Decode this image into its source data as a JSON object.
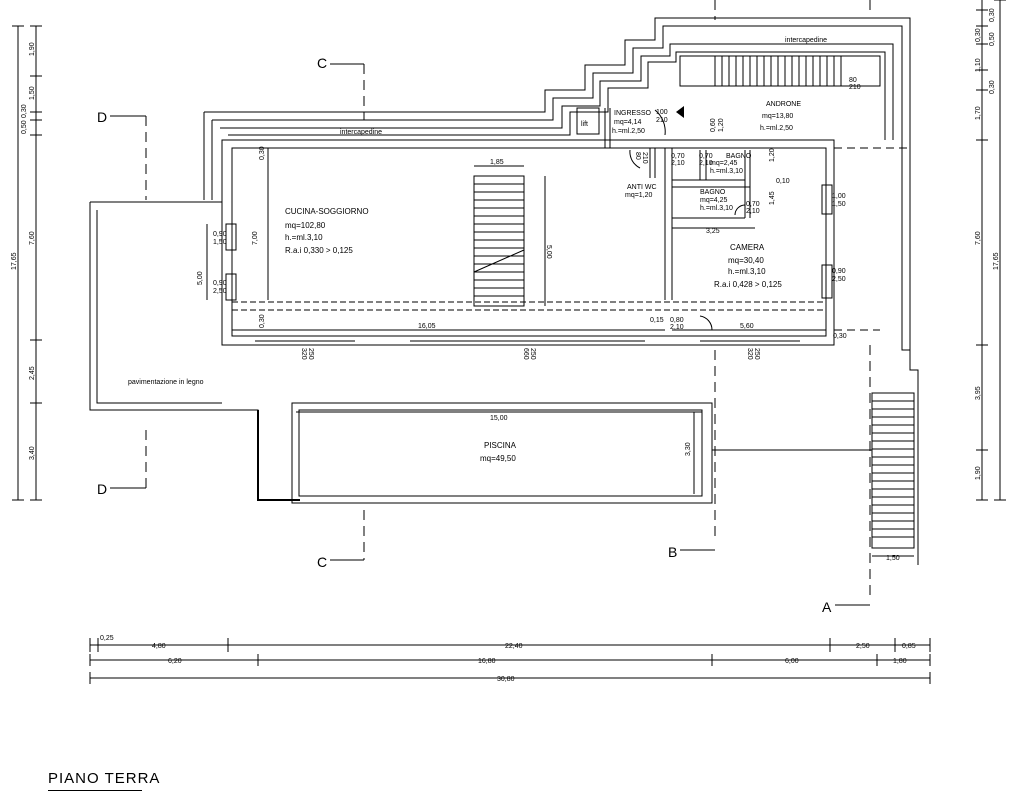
{
  "title": "PIANO TERRA",
  "sections": {
    "A": "A",
    "B": "B",
    "C": "C",
    "D": "D"
  },
  "rooms": {
    "cucina": {
      "name": "CUCINA-SOGGIORNO",
      "area": "mq=102,80",
      "height": "h.=ml.3,10",
      "rai": "R.a.i 0,330 > 0,125"
    },
    "camera": {
      "name": "CAMERA",
      "area": "mq=30,40",
      "height": "h.=ml.3,10",
      "rai": "R.a.i 0,428 > 0,125"
    },
    "androne": {
      "name": "ANDRONE",
      "area": "mq=13,80",
      "height": "h.=ml.2,50"
    },
    "ingresso": {
      "name": "INGRESSO",
      "area": "mq=4,14",
      "height": "h.=ml.2,50"
    },
    "bagno1": {
      "name": "BAGNO",
      "area": "mq=2,45",
      "height": "h.=ml.3,10"
    },
    "bagno2": {
      "name": "BAGNO",
      "area": "mq=4,25",
      "height": "h.=ml.3,10"
    },
    "antiwc": {
      "name": "ANTI WC",
      "area": "mq=1,20"
    },
    "piscina": {
      "name": "PISCINA",
      "area": "mq=49,50"
    },
    "lift": {
      "name": "lift"
    }
  },
  "labels": {
    "intercapedine_top": "intercapedine",
    "intercapedine_mid": "intercapedine",
    "pavimentazione": "pavimentazione in legno"
  },
  "dims_interior": {
    "w185": "1,85",
    "h500": "5,00",
    "h700": "7,00",
    "h500b": "5,00",
    "w1605": "16,05",
    "w560": "5,60",
    "w015": "0,15",
    "w325": "3,25",
    "w1500": "15,00",
    "h330": "3,30",
    "w150": "1,50",
    "d030a": "0,30",
    "d030b": "0,30",
    "d030c": "0,30",
    "d010": "0,10",
    "d120": "1,20",
    "d145": "1,45",
    "win090_150": "0,90",
    "win090_150b": "1,50",
    "win090_250": "0,90",
    "win090_250b": "2,50",
    "win100_150": "1,00",
    "win100_150b": "1,50",
    "win090_250r": "0,90",
    "win090_250rb": "2,50",
    "door100": "100",
    "door210": "210",
    "door080": "80",
    "door210b": "210",
    "door070a": "0,70",
    "door070b": "0,70",
    "door210c": "2,10",
    "door210d": "2,10",
    "door070c": "0,70",
    "door210e": "2,10",
    "door080b": "0,80",
    "door210f": "2,10",
    "door060": "0,60",
    "door120": "1,20",
    "door080c": "80",
    "door210g": "210",
    "b320": "320",
    "b250": "250",
    "b660": "660",
    "b250b": "250",
    "b320b": "320",
    "b250c": "250"
  },
  "dims_bottom": {
    "row1": [
      "0,25",
      "4,80",
      "22,40",
      "2,50",
      "0,85"
    ],
    "row2": [
      "6,20",
      "16,80",
      "6,00",
      "1,80"
    ],
    "row3": [
      "30,80"
    ]
  },
  "dims_left": {
    "outer": "17,65",
    "parts": [
      "1,90",
      "1,50",
      "0,30",
      "0,50",
      "7,60",
      "2,45",
      "3,40"
    ]
  },
  "dims_right": {
    "outer": "17,65",
    "parts": [
      "0,30",
      "0,30",
      "0,50",
      "1,10",
      "0,30",
      "1,70",
      "7,60",
      "3,95",
      "1,90"
    ]
  }
}
